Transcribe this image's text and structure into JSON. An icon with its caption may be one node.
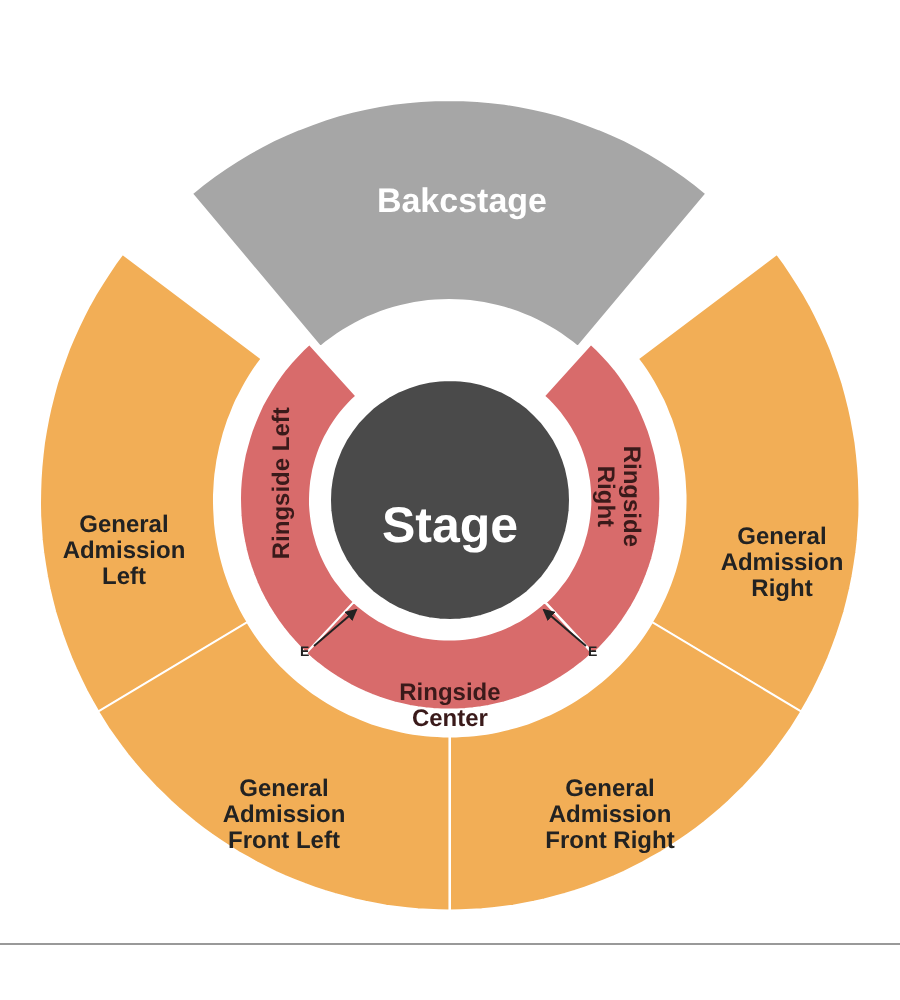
{
  "diagram": {
    "nodes": [
      {
        "text": [
          "Bakcstage"
        ]
      },
      {
        "text": [
          "General Admission Left"
        ]
      },
      {
        "text": [
          "Ringside Left"
        ]
      },
      {
        "text": [
          "Stage"
        ]
      },
      {
        "text": [
          "Ringside Right"
        ]
      },
      {
        "text": [
          "General Admission Right"
        ]
      },
      {
        "text": [
          "Ringside Center"
        ]
      },
      {
        "text": [
          "General Admission Front Left"
        ]
      },
      {
        "text": [
          "General Admission Front Right"
        ]
      }
    ],
    "labels": [
      "E",
      "E"
    ]
  }
}
